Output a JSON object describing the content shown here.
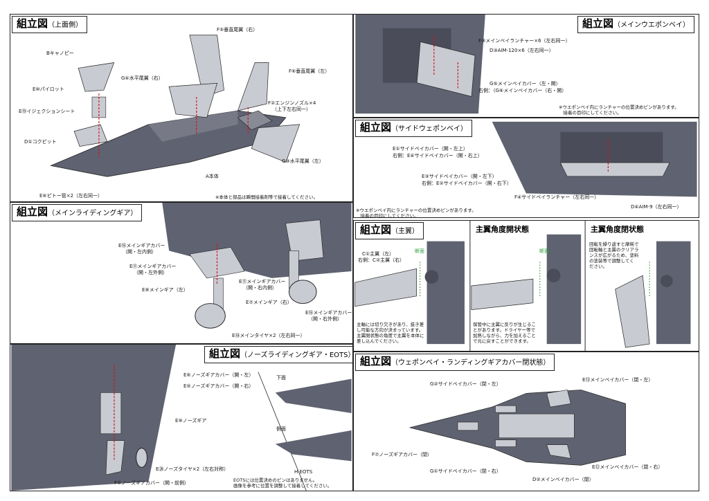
{
  "upper": {
    "title": "組立図",
    "subtitle": "（上面側）",
    "labels": [
      "F⑤垂直尾翼（右）",
      "Bキャノピー",
      "G④水平尾翼（右）",
      "F⑥垂直尾翼（左）",
      "E⑩パイロット",
      "F②エンジンノズル×4",
      "（上下左右同一）",
      "E⑲イジェクションシート",
      "D①コクピット",
      "G③水平尾翼（左）",
      "A本体",
      "E⑥ピトー管×2（左右同一）"
    ],
    "note": "※本体と部品は瞬間接着剤等で接着してください。"
  },
  "main_weapon": {
    "title": "組立図",
    "subtitle": "（メインウエポンベイ）",
    "labels": [
      "F③メインベイランチャー×6（左右同一）",
      "D③AIM-120×6（左右同一）",
      "G⑤メインベイカバー（左・開）",
      "右側：（G⑥メインベイカバー（右・開）"
    ],
    "note": "※ウエポンベイ内にランチャーの位置決めピンがあります。\n　接着の目印にしてください。"
  },
  "side_weapon": {
    "title": "組立図",
    "subtitle": "（サイドウェポンベイ）",
    "labels": [
      "E①サイドベイカバー（開・左上）",
      "右側：E④サイドベイカバー（開・右上）",
      "E③サイドベイカバー（開・左下）",
      "右側：E②サイドベイカバー（開・右下）",
      "F④サイドベイランチャー（左右同一）",
      "D④AIM-9（左右同一）"
    ],
    "note": "※ウエポンベイ内にランチャーの位置決めピンがあります。\n　接着の目印にしてください。"
  },
  "main_gear": {
    "title": "組立図",
    "subtitle": "（メインライディングギア）",
    "labels": [
      "E⑯メインギアカバー",
      "（開・左内側）",
      "E⑪メインギアカバー",
      "（開・左外側）",
      "E⑧メインギア（左）",
      "E⑪メインギアカバー",
      "（開・右内側）",
      "E⑦メインギア（右）",
      "E⑯メインギアカバー",
      "（開・右外側）",
      "E⑱メインタイヤ×2（左右同一）"
    ]
  },
  "main_wing": {
    "title": "組立図",
    "subtitle": "（主翼）",
    "open_title": "主翼角度開状態",
    "closed_title": "主翼角度閉状態",
    "labels": [
      "C①主翼（左）",
      "右側：C②主翼（右）",
      "断面",
      "断面"
    ],
    "note1": "主軸には切り欠きがあり、抜き差\nし可能な方向が決まっています。\n主翼閉状態の角度で主翼を本体に\n差し込んでください。",
    "note2": "保管中に主翼に反りが生じるこ\nとがあります。ドライヤー等で\n加熱しながら、力を加えること\nで元に戻すことができます。",
    "note3": "回転を繰り返すと摩耗で\n回転軸と主翼のクリアラ\nンスが広がるため、塗料\nの塗装等で調整してく\nださい。"
  },
  "nose_gear": {
    "title": "組立図",
    "subtitle": "（ノーズライディングギア・EOTS）",
    "labels": [
      "E⑥ノーズギアカバー（開・左）",
      "E⑤ノーズギアカバー（開・右）",
      "E⑨ノーズギア",
      "E⑳ノーズタイヤ×2（左右対称）",
      "F①ノーズギアカバー（開・前側）",
      "下面",
      "側面",
      "H EOTS"
    ],
    "note": "EOTSには位置決めのピンはありません。\n画像を参考に位置を調整して接着してください。"
  },
  "closed": {
    "title": "組立図",
    "subtitle": "（ウェポンベイ・ランディングギアカバー閉状態）",
    "labels": [
      "G②サイドベイカバー（閉・左）",
      "E⑬メインベイカバー（閉・左）",
      "F⑦ノーズギアカバー（閉）",
      "E⑫メインベイカバー（閉・右）",
      "G①サイドベイカバー（閉・右）",
      "D②メインベイカバー（閉）"
    ]
  },
  "colors": {
    "body": "#5f6270",
    "light": "#c9cbd2",
    "arrow": "#d1121a",
    "green": "#2e9d3a",
    "line": "#222"
  }
}
